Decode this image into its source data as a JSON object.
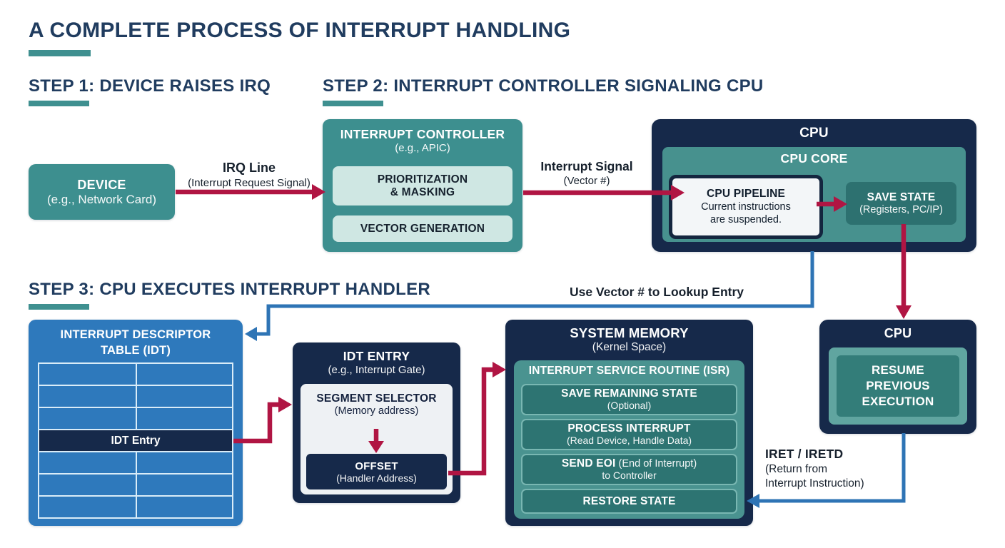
{
  "title": "A COMPLETE PROCESS OF INTERRUPT HANDLING",
  "steps": {
    "step1": "STEP 1: DEVICE RAISES IRQ",
    "step2": "STEP 2: INTERRUPT CONTROLLER SIGNALING CPU",
    "step3": "STEP 3: CPU EXECUTES INTERRUPT HANDLER"
  },
  "device": {
    "title": "DEVICE",
    "subtitle": "(e.g., Network Card)"
  },
  "labels": {
    "irq_title": "IRQ Line",
    "irq_subtitle": "(Interrupt Request Signal)",
    "signal_title": "Interrupt Signal",
    "signal_subtitle": "(Vector #)",
    "lookup": "Use Vector # to Lookup Entry",
    "iret_title": "IRET / IRETD",
    "iret_line1": "(Return from",
    "iret_line2": "Interrupt Instruction)"
  },
  "controller": {
    "title": "INTERRUPT CONTROLLER",
    "subtitle": "(e.g., APIC)",
    "box1_line1": "PRIORITIZATION",
    "box1_line2": "& MASKING",
    "box2": "VECTOR GENERATION"
  },
  "cpu_top": {
    "title": "CPU",
    "core_title": "CPU CORE",
    "pipeline_title": "CPU PIPELINE",
    "pipeline_line1": "Current instructions",
    "pipeline_line2": "are suspended.",
    "save_title": "SAVE STATE",
    "save_subtitle": "(Registers, PC/IP)"
  },
  "idt": {
    "title_line1": "INTERRUPT DESCRIPTOR",
    "title_line2": "TABLE (IDT)",
    "entry_label": "IDT Entry"
  },
  "idt_entry": {
    "title": "IDT ENTRY",
    "subtitle": "(e.g., Interrupt Gate)",
    "segment_title": "SEGMENT SELECTOR",
    "segment_subtitle": "(Memory address)",
    "offset_title": "OFFSET",
    "offset_subtitle": "(Handler Address)"
  },
  "system_memory": {
    "title": "SYSTEM MEMORY",
    "subtitle": "(Kernel Space)",
    "isr_title": "INTERRUPT SERVICE ROUTINE (ISR)",
    "box1_line1": "SAVE REMAINING STATE",
    "box1_line2": "(Optional)",
    "box2_line1": "PROCESS INTERRUPT",
    "box2_line2": "(Read Device, Handle Data)",
    "box3_bold": "SEND EOI",
    "box3_rest": " (End of Interrupt)",
    "box3_line2": "to Controller",
    "box4": "RESTORE STATE"
  },
  "cpu_right": {
    "title": "CPU",
    "resume_line1": "RESUME",
    "resume_line2": "PREVIOUS",
    "resume_line3": "EXECUTION"
  },
  "colors": {
    "background": "#ffffff",
    "heading_navy": "#203c5f",
    "teal": "#3d8f8f",
    "teal_dark": "#2d7170",
    "teal_light": "#cfe7e3",
    "navy": "#16294a",
    "idt_blue": "#2e79bc",
    "arrow_red": "#b01543",
    "arrow_blue": "#2e74b5"
  }
}
